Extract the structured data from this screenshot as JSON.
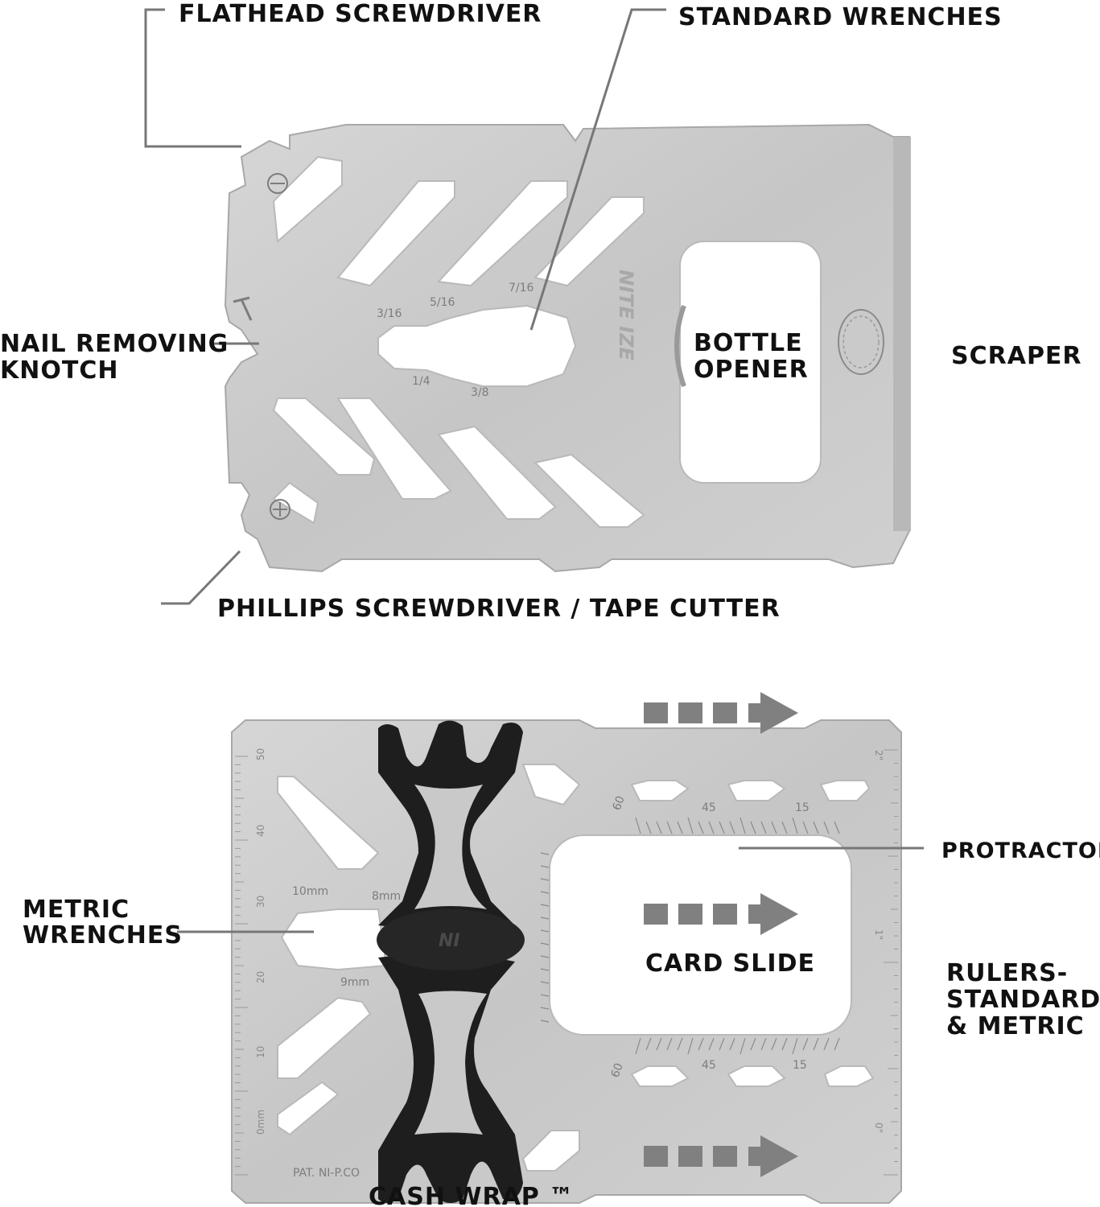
{
  "colors": {
    "steel": "#c9c9c9",
    "steel_dark": "#b3b3b3",
    "wrap": "#1e1e1e",
    "arrow": "#808080",
    "leader": "#777777",
    "label": "#111111"
  },
  "top_tool": {
    "labels": {
      "flathead": "FLATHEAD SCREWDRIVER",
      "standard_wrenches": "STANDARD WRENCHES",
      "nail_line1": "NAIL REMOVING",
      "nail_line2": "KNOTCH",
      "bottle_line1": "BOTTLE",
      "bottle_line2": "OPENER",
      "scraper": "SCRAPER",
      "phillips": "PHILLIPS SCREWDRIVER / TAPE CUTTER"
    },
    "wrench_sizes": [
      "3/16",
      "5/16",
      "7/16",
      "1/4",
      "3/8"
    ],
    "logo": "NITE IZE",
    "icons": [
      "flathead-symbol-icon",
      "phillips-symbol-icon",
      "nail-icon",
      "bottle-cap-icon"
    ]
  },
  "bottom_tool": {
    "labels": {
      "protractor": "PROTRACTOR",
      "metric_line1": "METRIC",
      "metric_line2": "WRENCHES",
      "card_slide": "CARD SLIDE",
      "rulers_line1": "RULERS-",
      "rulers_line2": "STANDARD",
      "rulers_line3": "& METRIC",
      "cash_wrap": "CASH WRAP ™"
    },
    "metric_sizes": [
      "10mm",
      "8mm",
      "9mm"
    ],
    "metric_ruler": [
      "50",
      "40",
      "30",
      "20",
      "10",
      "0mm"
    ],
    "inch_ruler": [
      "2\"",
      "1\"",
      "0\""
    ],
    "protractor_angles": [
      "60",
      "45",
      "15",
      "60",
      "45",
      "15"
    ],
    "patent": "PAT. NI-P.CO",
    "wrap_logo": "NI"
  }
}
